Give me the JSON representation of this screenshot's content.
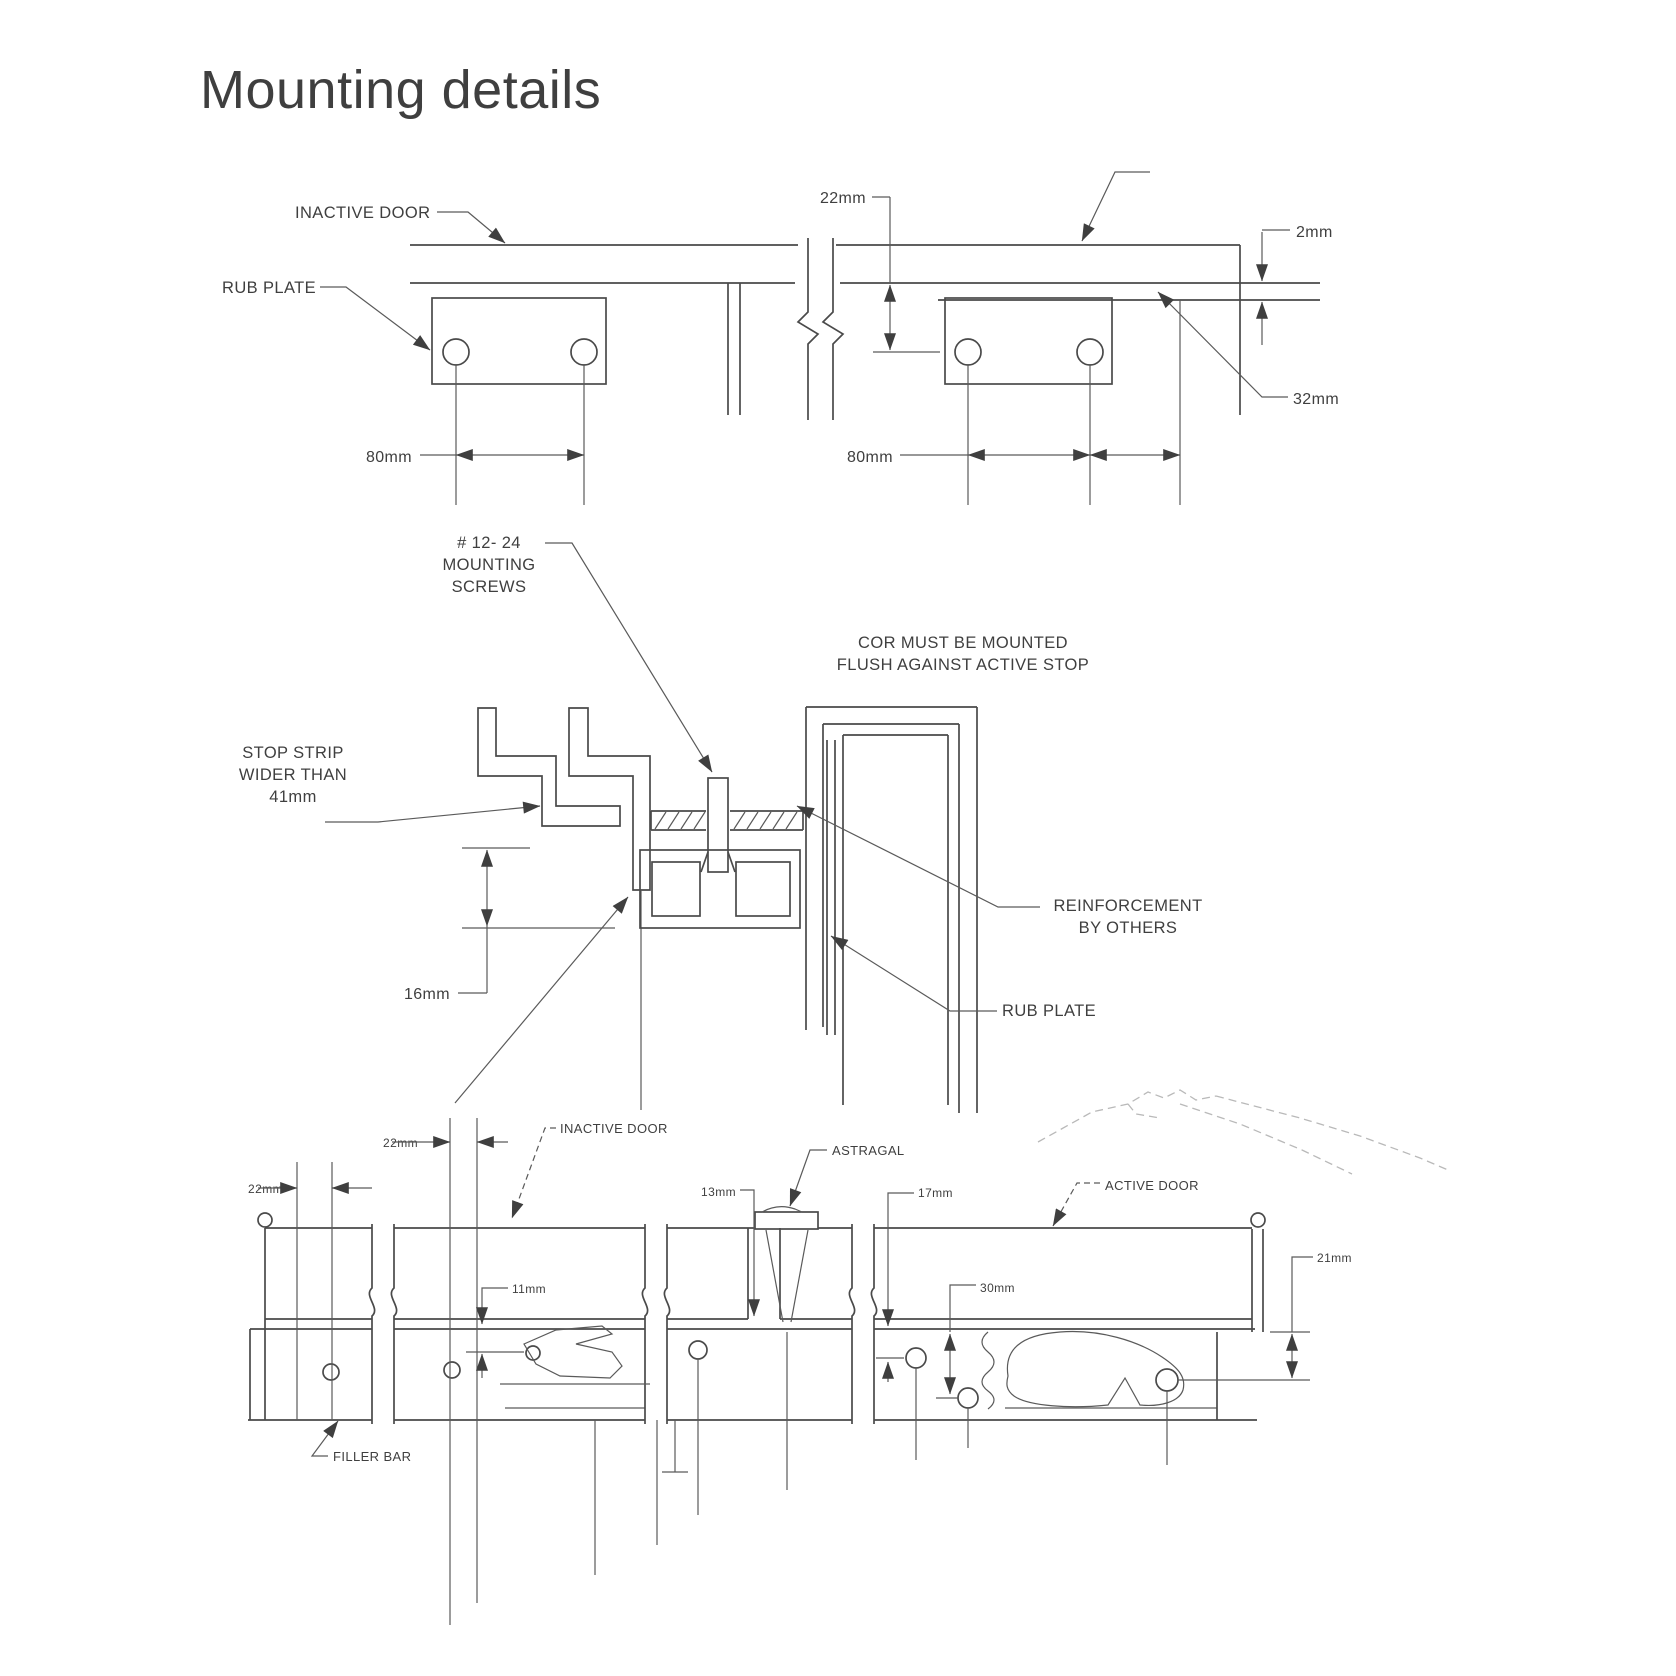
{
  "title": {
    "text": "Mounting details",
    "color": "#ED7148"
  },
  "diagrams": {
    "top": {
      "labels": {
        "inactive_door": "INACTIVE DOOR",
        "rub_plate": "RUB PLATE"
      },
      "dims": {
        "d22": "22mm",
        "d2": "2mm",
        "d32": "32mm",
        "d80_left": "80mm",
        "d80_right": "80mm"
      }
    },
    "middle": {
      "labels": {
        "screws_l1": "# 12- 24",
        "screws_l2": "MOUNTING",
        "screws_l3": "SCREWS",
        "cor_l1": "COR MUST BE MOUNTED",
        "cor_l2": "FLUSH AGAINST ACTIVE STOP",
        "stop_strip_l1": "STOP STRIP",
        "stop_strip_l2": "WIDER THAN",
        "stop_strip_l3": "41mm",
        "reinforcement_l1": "REINFORCEMENT",
        "reinforcement_l2": "BY OTHERS",
        "rub_plate": "RUB PLATE"
      },
      "dims": {
        "d16": "16mm"
      }
    },
    "bottom": {
      "labels": {
        "inactive_door": "INACTIVE DOOR",
        "active_door": "ACTIVE DOOR",
        "astragal": "ASTRAGAL",
        "filler_bar": "FILLER BAR"
      },
      "dims": {
        "d22_left": "22mm",
        "d22_top": "22mm",
        "d13": "13mm",
        "d17": "17mm",
        "d11": "11mm",
        "d30": "30mm",
        "d21": "21mm"
      }
    }
  }
}
